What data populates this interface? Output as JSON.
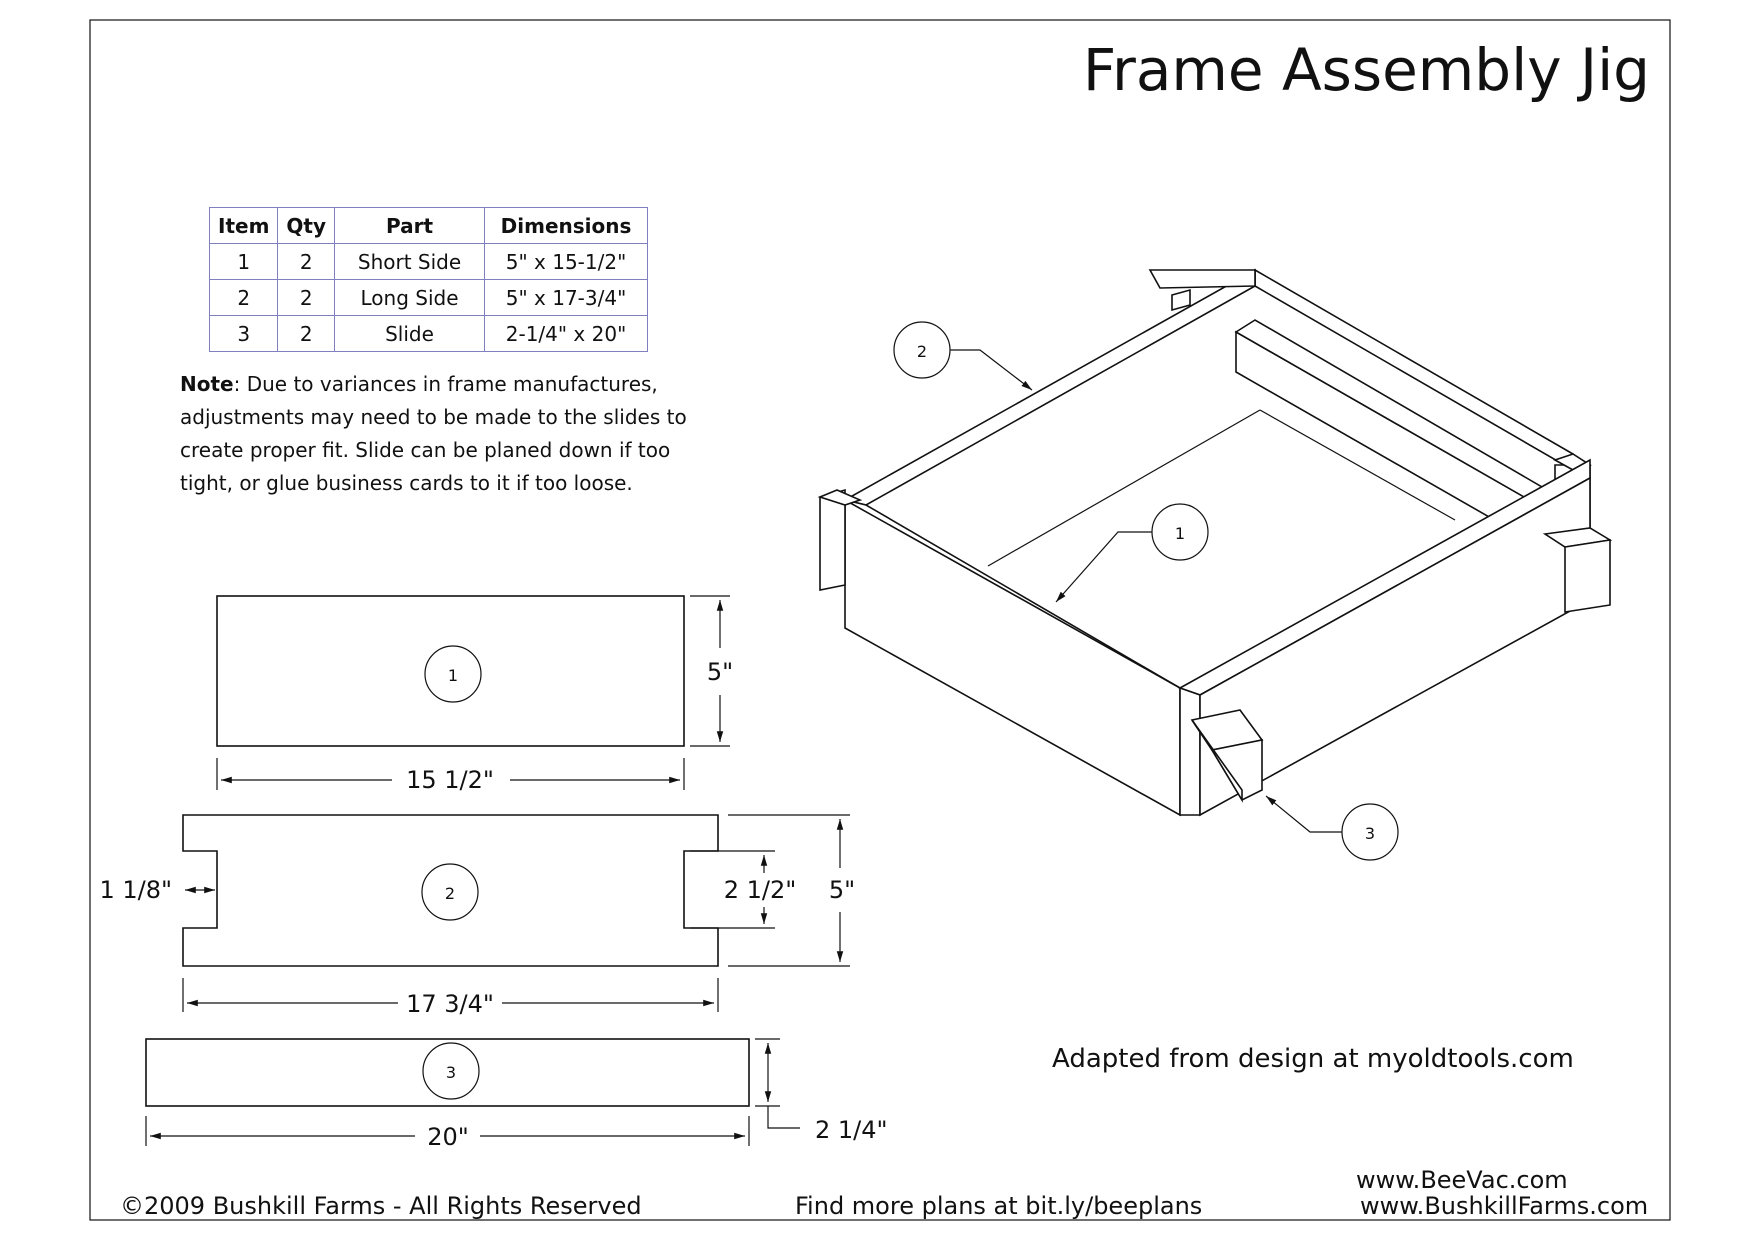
{
  "title": "Frame Assembly Jig",
  "parts_table": {
    "headers": [
      "Item",
      "Qty",
      "Part",
      "Dimensions"
    ],
    "rows": [
      [
        "1",
        "2",
        "Short Side",
        "5\" x 15-1/2\""
      ],
      [
        "2",
        "2",
        "Long Side",
        "5\" x 17-3/4\""
      ],
      [
        "3",
        "2",
        "Slide",
        "2-1/4\" x 20\""
      ]
    ]
  },
  "note": {
    "label": "Note",
    "text": ": Due to variances in frame manufactures, adjustments may need to be made to the slides to create proper fit.  Slide can be planed down if too tight, or glue business cards to it if too loose."
  },
  "part_views": {
    "part1": {
      "callout": "1",
      "width_dim": "15 1/2\"",
      "height_dim": "5\""
    },
    "part2": {
      "callout": "2",
      "width_dim": "17 3/4\"",
      "height_dim": "5\"",
      "notch_depth_dim": "1 1/8\"",
      "notch_height_dim": "2 1/2\""
    },
    "part3": {
      "callout": "3",
      "width_dim": "20\"",
      "height_dim": "2 1/4\""
    }
  },
  "iso_callouts": {
    "a": "2",
    "b": "1",
    "c": "3"
  },
  "credit": "Adapted from design at myoldtools.com",
  "footer": {
    "copyright": "©2009 Bushkill Farms - All Rights Reserved",
    "more_plans": "Find more plans at bit.ly/beeplans",
    "site1": "www.BeeVac.com",
    "site2": "www.BushkillFarms.com"
  }
}
